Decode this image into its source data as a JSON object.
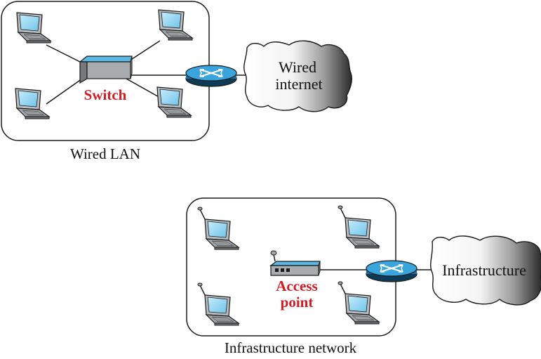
{
  "colors": {
    "accent_red": "#d41c24",
    "device_blue": "#5ab8e4",
    "screen_blue": "#9fd8f2",
    "router_blue": "#3aa4dc",
    "outline": "#1a1a1a"
  },
  "wired_lan": {
    "caption": "Wired LAN",
    "switch_label": "Switch",
    "cloud_label_line1": "Wired",
    "cloud_label_line2": "internet",
    "icons": [
      "laptop-icon",
      "switch-icon",
      "router-icon",
      "cloud-icon"
    ]
  },
  "infrastructure_network": {
    "caption": "Infrastructure network",
    "ap_label_line1": "Access",
    "ap_label_line2": "point",
    "cloud_label": "Infrastructure",
    "icons": [
      "wireless-laptop-icon",
      "access-point-icon",
      "router-icon",
      "cloud-icon"
    ]
  }
}
